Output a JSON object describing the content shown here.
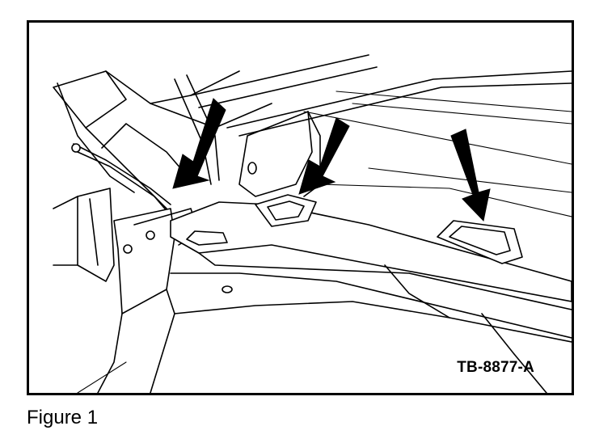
{
  "figure": {
    "code": "TB-8877-A",
    "caption": "Figure 1"
  },
  "callouts": [
    {
      "name": "arrow-callout-1",
      "target": "bracket"
    },
    {
      "name": "arrow-callout-2",
      "target": "clip-opening-left"
    },
    {
      "name": "arrow-callout-3",
      "target": "clip-opening-right"
    }
  ]
}
